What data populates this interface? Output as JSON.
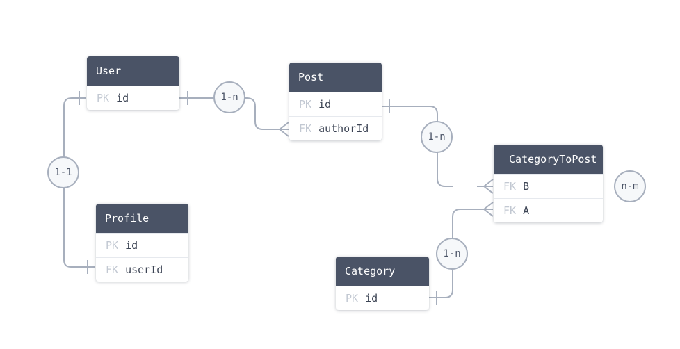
{
  "colors": {
    "header_bg": "#4a5366",
    "connector": "#a7afbd",
    "key_label": "#c2c8d2"
  },
  "tables": {
    "user": {
      "name": "User",
      "rows": [
        {
          "key": "PK",
          "column": "id"
        }
      ]
    },
    "post": {
      "name": "Post",
      "rows": [
        {
          "key": "PK",
          "column": "id"
        },
        {
          "key": "FK",
          "column": "authorId"
        }
      ]
    },
    "profile": {
      "name": "Profile",
      "rows": [
        {
          "key": "PK",
          "column": "id"
        },
        {
          "key": "FK",
          "column": "userId"
        }
      ]
    },
    "category_to_post": {
      "name": "_CategoryToPost",
      "rows": [
        {
          "key": "FK",
          "column": "B"
        },
        {
          "key": "FK",
          "column": "A"
        }
      ]
    },
    "category": {
      "name": "Category",
      "rows": [
        {
          "key": "PK",
          "column": "id"
        }
      ]
    }
  },
  "relations": {
    "user_profile": "1-1",
    "user_post": "1-n",
    "post_categorytopost": "1-n",
    "categorytopost_many": "n-m",
    "category_categorytopost": "1-n"
  }
}
